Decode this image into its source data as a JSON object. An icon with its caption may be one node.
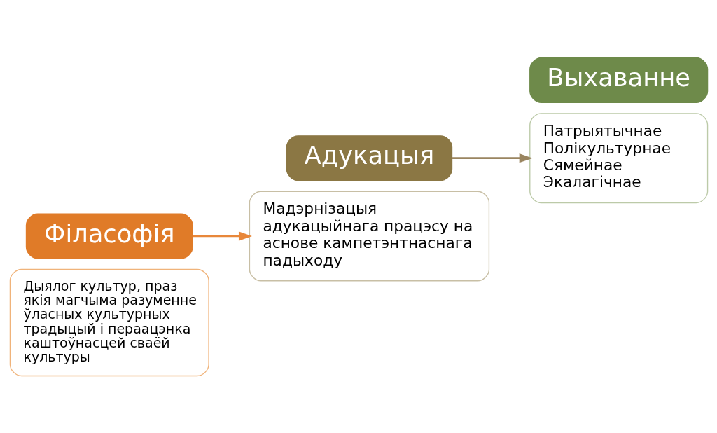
{
  "diagram": {
    "nodes": [
      {
        "text": [
          "Дыялог культур, праз якія магчыма разуменне ўласных культурных традыцый і пераацэнка каштоўнасцей сваёй культуры"
        ]
      },
      {
        "text": [
          "Філасофія"
        ]
      },
      {
        "text": [
          "Адукацыя"
        ]
      },
      {
        "text": [
          "Мадэрнізацыя адукацыйнага працэсу на аснове кампетэнтнаснага падыходу"
        ]
      },
      {
        "text": [
          "Патрыятычнае",
          "Полікультурнае",
          "Сямейнае",
          "Экалагічнае"
        ]
      },
      {
        "text": [
          "Выхаванне"
        ]
      }
    ],
    "edges": [
      {
        "from": 1,
        "to": 3,
        "arrow": "to",
        "color": "#e8873a"
      },
      {
        "from": 2,
        "to": 4,
        "arrow": "to",
        "color": "#9a8560"
      }
    ]
  }
}
